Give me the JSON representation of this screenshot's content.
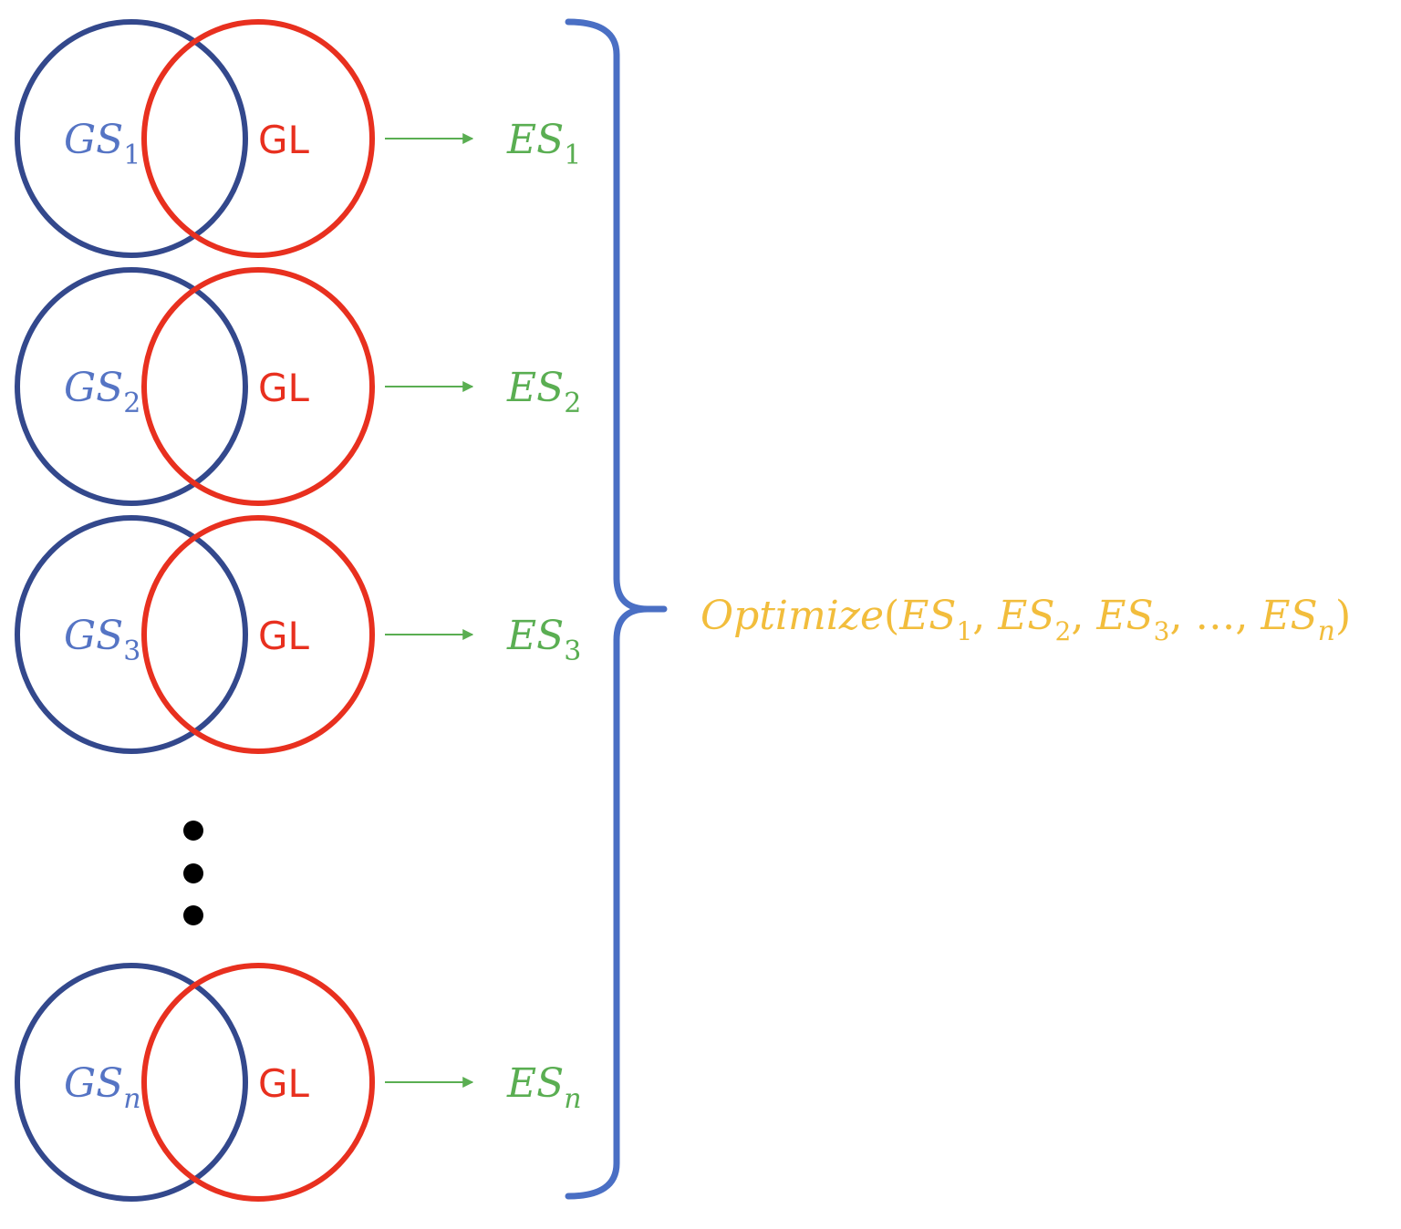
{
  "colors": {
    "gs": "#33488C",
    "gs_text": "#5574C4",
    "gl": "#E8301F",
    "es": "#5AAE52",
    "brace": "#4A6FC4",
    "optimize": "#F2BD3C",
    "dots": "#000000"
  },
  "rows": [
    {
      "gs_base": "GS",
      "gs_sub": "1",
      "gl_label": "GL",
      "es_base": "ES",
      "es_sub": "1"
    },
    {
      "gs_base": "GS",
      "gs_sub": "2",
      "gl_label": "GL",
      "es_base": "ES",
      "es_sub": "2"
    },
    {
      "gs_base": "GS",
      "gs_sub": "3",
      "gl_label": "GL",
      "es_base": "ES",
      "es_sub": "3"
    },
    {
      "gs_base": "GS",
      "gs_sub": "n",
      "gl_label": "GL",
      "es_base": "ES",
      "es_sub": "n"
    }
  ],
  "optimize": {
    "func": "Optimize",
    "open": "(",
    "args": [
      {
        "base": "ES",
        "sub": "1"
      },
      {
        "base": "ES",
        "sub": "2"
      },
      {
        "base": "ES",
        "sub": "3"
      }
    ],
    "ellipsis": "…",
    "last": {
      "base": "ES",
      "sub": "n"
    },
    "close": ")"
  }
}
